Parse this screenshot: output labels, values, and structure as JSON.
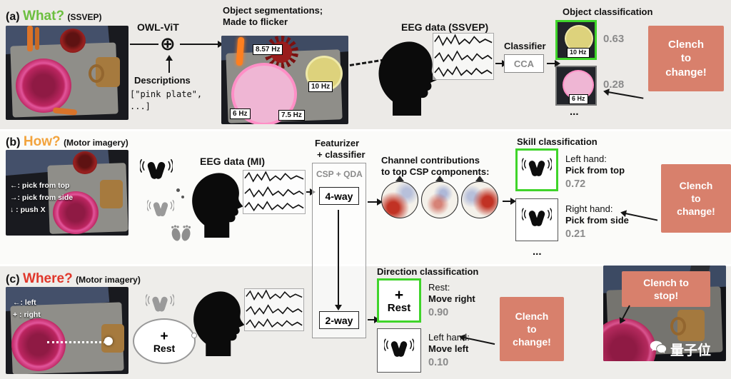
{
  "colors": {
    "what_green": "#6cbf3f",
    "how_orange": "#f2a33c",
    "where_red": "#e0372b",
    "salmon": "#d8806c",
    "highlight_green": "#3fd42a",
    "score_gray": "#8a8a8a"
  },
  "panel_a": {
    "tag": "(a)",
    "question": "What?",
    "method": "(SSVEP)",
    "owlvit_label": "OWL-ViT",
    "plus_circle_symbol": "⊕",
    "descriptions_label": "Descriptions",
    "descriptions_code_1": "[\"pink plate\",",
    "descriptions_code_2": " ...]",
    "seg_title_1": "Object segmentations;",
    "seg_title_2": "Made to flicker",
    "freq_labels": [
      "8.57 Hz",
      "10 Hz",
      "6 Hz",
      "7.5 Hz"
    ],
    "eeg_title": "EEG data (SSVEP)",
    "classifier_label": "Classifier",
    "classifier_name": "CCA",
    "classification_title": "Object classification",
    "candidates": [
      {
        "label": "10 Hz",
        "score": "0.63"
      },
      {
        "label": "6 Hz",
        "score": "0.28"
      }
    ],
    "more": "...",
    "clench_label": "Clench to change!"
  },
  "panel_b": {
    "tag": "(b)",
    "question": "How?",
    "method": "(Motor imagery)",
    "photo_lines": [
      "←: pick from top",
      "→: pick from side",
      "↓ : push X"
    ],
    "eeg_title": "EEG data (MI)",
    "featurizer_title_1": "Featurizer",
    "featurizer_title_2": "+ classifier",
    "featurizer_method": "CSP + QDA",
    "classifier_top": "4-way",
    "classifier_bottom": "2-way",
    "channel_title_1": "Channel contributions",
    "channel_title_2": "to top CSP components:",
    "classification_title": "Skill classification",
    "items": [
      {
        "hand": "Left hand:",
        "action": "Pick from top",
        "score": "0.72"
      },
      {
        "hand": "Right hand:",
        "action": "Pick from side",
        "score": "0.21"
      }
    ],
    "more": "...",
    "clench_label": "Clench to change!"
  },
  "panel_c": {
    "tag": "(c)",
    "question": "Where?",
    "method": "(Motor imagery)",
    "photo_lines": [
      "←: left",
      "+ : right"
    ],
    "rest_plus": "+",
    "rest_label": "Rest",
    "classification_title": "Direction classification",
    "items": [
      {
        "hand": "Rest:",
        "action": "Move right",
        "score": "0.90"
      },
      {
        "hand": "Left hand:",
        "action": "Move left",
        "score": "0.10"
      }
    ],
    "clench_label": "Clench to change!",
    "stop_label": "Clench to stop!",
    "watermark": "量子位"
  }
}
